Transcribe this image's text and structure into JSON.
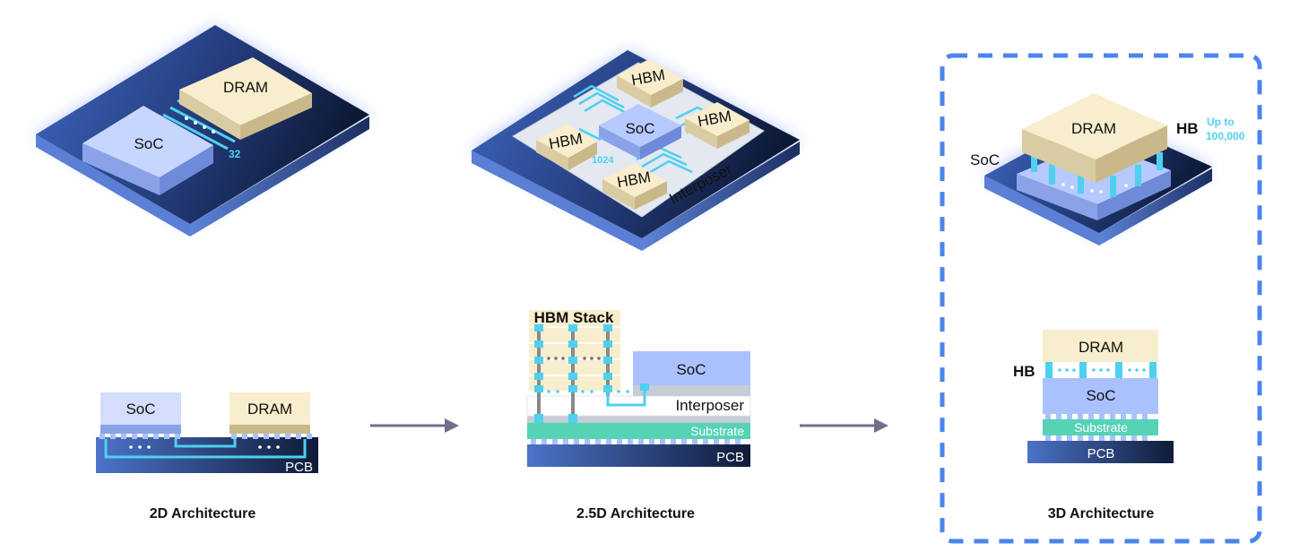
{
  "colors": {
    "accent_cyan": "#4fd0ef",
    "pcb_blue": "#2e4f9a",
    "soc_blue": "#a9c1ff",
    "dram_cream": "#f7ebc8",
    "substrate_teal": "#55d3b4",
    "dashed_border": "#4b84ef",
    "arrow_gray": "#70708a"
  },
  "arch2d": {
    "iso": {
      "soc": "SoC",
      "dram": "DRAM",
      "bus_width": "32"
    },
    "section": {
      "soc": "SoC",
      "dram": "DRAM",
      "pcb": "PCB"
    },
    "caption": "2D Architecture"
  },
  "arch25d": {
    "iso": {
      "soc": "SoC",
      "hbm": "HBM",
      "bus_width": "1024",
      "interposer": "Interposer"
    },
    "section": {
      "hbm_stack": "HBM Stack",
      "soc": "SoC",
      "interposer": "Interposer",
      "substrate": "Substrate",
      "pcb": "PCB"
    },
    "caption": "2.5D Architecture"
  },
  "arch3d": {
    "iso": {
      "dram": "DRAM",
      "soc": "SoC",
      "hb": "HB",
      "up_to": "Up to",
      "count": "100,000"
    },
    "section": {
      "dram": "DRAM",
      "hb": "HB",
      "soc": "SoC",
      "substrate": "Substrate",
      "pcb": "PCB"
    },
    "caption": "3D Architecture"
  }
}
